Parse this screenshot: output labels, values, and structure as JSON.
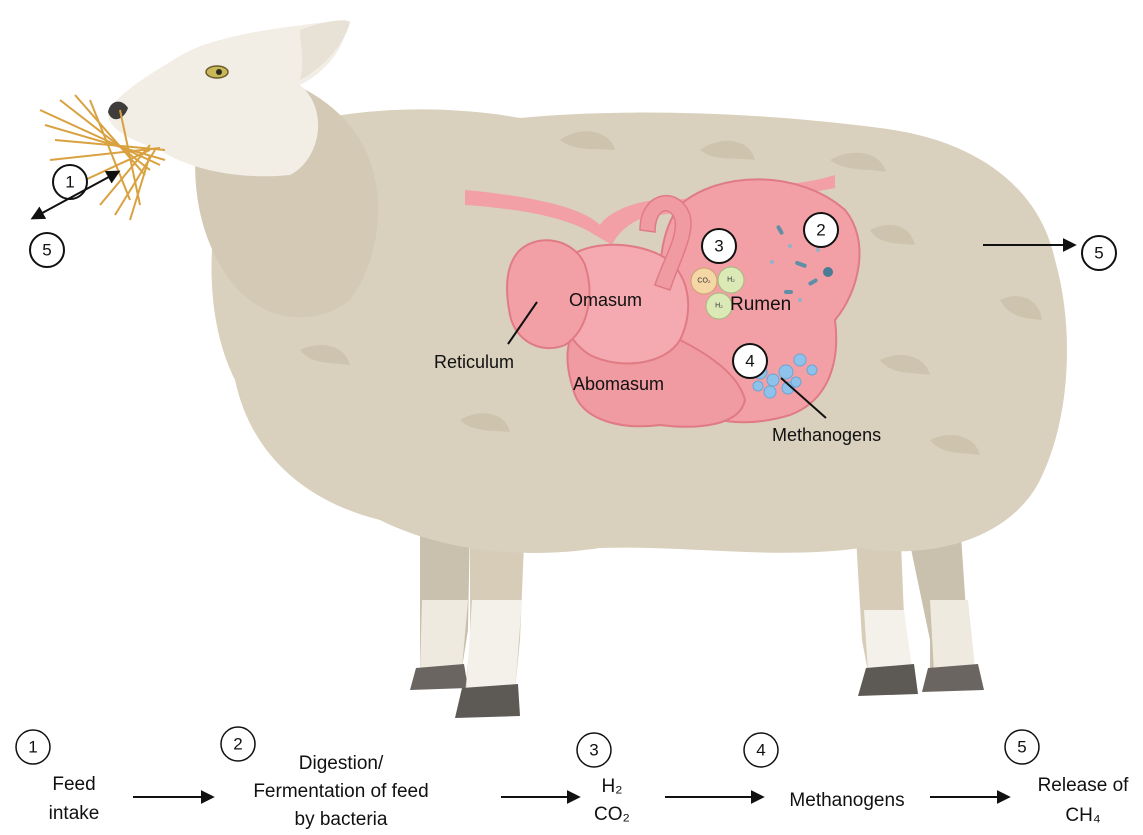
{
  "organs": {
    "omasum": "Omasum",
    "reticulum": "Reticulum",
    "abomasum": "Abomasum",
    "rumen": "Rumen",
    "methanogens": "Methanogens"
  },
  "markers": {
    "feed": "1",
    "bacteria": "2",
    "gases": "3",
    "methanogens": "4",
    "release_mouth": "5",
    "release_rear": "5"
  },
  "bubbles": {
    "co2": "CO₂",
    "h2_a": "H₂",
    "h2_b": "H₂"
  },
  "process": [
    {
      "number": "1",
      "line1": "Feed",
      "line2": "intake",
      "line3": ""
    },
    {
      "number": "2",
      "line1": "Digestion/",
      "line2": "Fermentation of feed",
      "line3": "by bacteria"
    },
    {
      "number": "3",
      "line1": "H₂",
      "line2": "CO₂",
      "line3": ""
    },
    {
      "number": "4",
      "line1": "Methanogens",
      "line2": "",
      "line3": ""
    },
    {
      "number": "5",
      "line1": "Release of",
      "line2": "CH₄",
      "line3": ""
    }
  ],
  "colors": {
    "wool": "#d9d0bd",
    "wool_shadow": "#c4b9a3",
    "face": "#f2eee6",
    "stomach": "#f2a0a6",
    "stomach_dark": "#e07b84",
    "hay": "#d9a13f",
    "methanogen": "#8ec2ea",
    "bubble": "#dbe9b7"
  }
}
